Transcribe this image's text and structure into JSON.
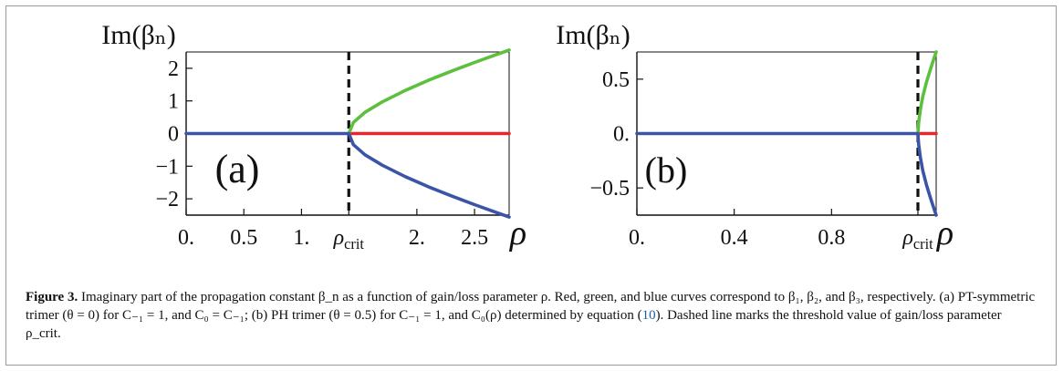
{
  "caption": {
    "label": "Figure 3.",
    "text_before_ref": " Imaginary part of the propagation constant β_n as a function of gain/loss parameter ρ. Red, green, and blue curves correspond to β₁, β₂, and β₃, respectively. (a) PT-symmetric trimer (θ = 0) for C₋₁ = 1, and C₀ = C₋₁; (b) PH trimer (θ = 0.5) for C₋₁ = 1, and C₀(ρ) determined by equation (",
    "ref": "10",
    "text_after_ref": "). Dashed line marks the threshold value of gain/loss parameter ρ_crit."
  },
  "colors": {
    "beta1": "#e8262b",
    "beta2": "#5cbf3e",
    "beta3": "#3b54a8",
    "threshold": "#111111",
    "ref_link": "#1f5fa8"
  },
  "chart_data": [
    {
      "type": "line",
      "panel_label": "(a)",
      "ylabel": "Im(βₙ)",
      "xlabel": "ρ",
      "xlim": [
        0,
        2.8
      ],
      "ylim": [
        -2.5,
        2.5
      ],
      "xticks": [
        {
          "value": 0,
          "label": "0."
        },
        {
          "value": 0.5,
          "label": "0.5"
        },
        {
          "value": 1,
          "label": "1."
        },
        {
          "value": 1.41,
          "label": "ρcrit"
        },
        {
          "value": 2,
          "label": "2."
        },
        {
          "value": 2.5,
          "label": "2.5"
        }
      ],
      "yticks": [
        {
          "value": 2,
          "label": "2"
        },
        {
          "value": 1,
          "label": "1"
        },
        {
          "value": 0,
          "label": "0"
        },
        {
          "value": -1,
          "label": "−1"
        },
        {
          "value": -2,
          "label": "−2"
        }
      ],
      "threshold": 1.41,
      "series": [
        {
          "key": "beta1",
          "x": [
            1.41,
            2.8
          ],
          "y": [
            0,
            0
          ]
        },
        {
          "key": "beta2",
          "x": [
            1.41,
            1.45,
            1.55,
            1.7,
            1.9,
            2.1,
            2.3,
            2.5,
            2.65,
            2.8
          ],
          "y": [
            0,
            0.34,
            0.65,
            0.97,
            1.32,
            1.63,
            1.91,
            2.18,
            2.37,
            2.56
          ]
        },
        {
          "key": "beta3",
          "x": [
            0,
            1.41,
            1.45,
            1.55,
            1.7,
            1.9,
            2.1,
            2.3,
            2.5,
            2.65,
            2.8
          ],
          "y": [
            0,
            0,
            -0.34,
            -0.65,
            -0.97,
            -1.32,
            -1.63,
            -1.91,
            -2.18,
            -2.37,
            -2.56
          ]
        }
      ]
    },
    {
      "type": "line",
      "panel_label": "(b)",
      "ylabel": "Im(βₙ)",
      "xlabel": "ρ",
      "xlim": [
        0,
        1.23
      ],
      "ylim": [
        -0.75,
        0.75
      ],
      "xticks": [
        {
          "value": 0,
          "label": "0."
        },
        {
          "value": 0.4,
          "label": "0.4"
        },
        {
          "value": 0.8,
          "label": "0.8"
        },
        {
          "value": 1.155,
          "label": "ρcrit"
        }
      ],
      "yticks": [
        {
          "value": 0.5,
          "label": "0.5"
        },
        {
          "value": 0,
          "label": "0."
        },
        {
          "value": -0.5,
          "label": "−0.5"
        }
      ],
      "threshold": 1.155,
      "series": [
        {
          "key": "beta1",
          "x": [
            1.155,
            1.23
          ],
          "y": [
            0,
            0
          ]
        },
        {
          "key": "beta2",
          "x": [
            1.155,
            1.158,
            1.165,
            1.175,
            1.19,
            1.205,
            1.218,
            1.23
          ],
          "y": [
            0,
            0.1,
            0.22,
            0.34,
            0.47,
            0.58,
            0.67,
            0.75
          ]
        },
        {
          "key": "beta3",
          "x": [
            0,
            1.155,
            1.158,
            1.165,
            1.175,
            1.19,
            1.205,
            1.218,
            1.23
          ],
          "y": [
            0,
            0,
            -0.1,
            -0.22,
            -0.34,
            -0.47,
            -0.58,
            -0.67,
            -0.75
          ]
        }
      ]
    }
  ]
}
